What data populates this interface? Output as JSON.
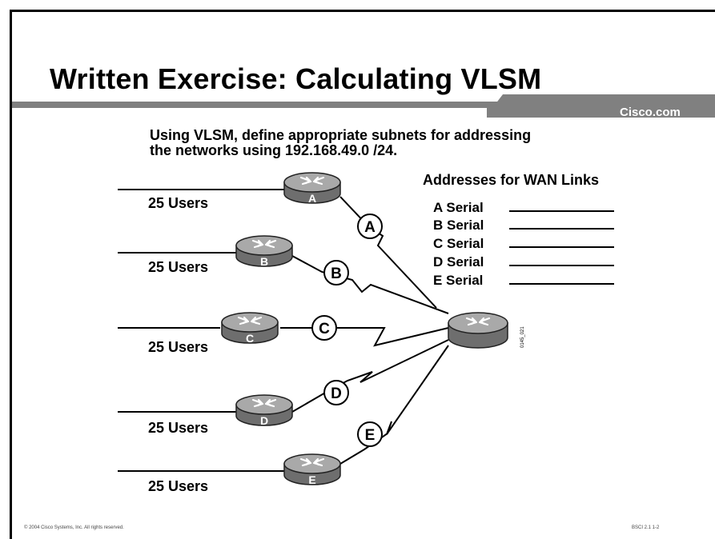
{
  "slide": {
    "title": "Written Exercise: Calculating VLSM",
    "brand": "Cisco.com",
    "instruction_line1": "Using VLSM, define appropriate subnets for addressing",
    "instruction_line2": "the networks using 192.168.49.0 /24."
  },
  "wan_links": {
    "heading": "Addresses for WAN Links",
    "rows": [
      "A Serial",
      "B Serial",
      "C Serial",
      "D Serial",
      "E Serial"
    ]
  },
  "lans": [
    {
      "router": "A",
      "users": "25 Users",
      "link": "A"
    },
    {
      "router": "B",
      "users": "25 Users",
      "link": "B"
    },
    {
      "router": "C",
      "users": "25 Users",
      "link": "C"
    },
    {
      "router": "D",
      "users": "25 Users",
      "link": "D"
    },
    {
      "router": "E",
      "users": "25 Users",
      "link": "E"
    }
  ],
  "figure_id": "0145_021",
  "footer": {
    "copyright": "© 2004 Cisco Systems, Inc. All rights reserved.",
    "course": "BSCI 2.1    1-2"
  },
  "colors": {
    "router_body": "#7a7a7a",
    "router_top": "#a8a8a8",
    "bar": "#808080"
  }
}
